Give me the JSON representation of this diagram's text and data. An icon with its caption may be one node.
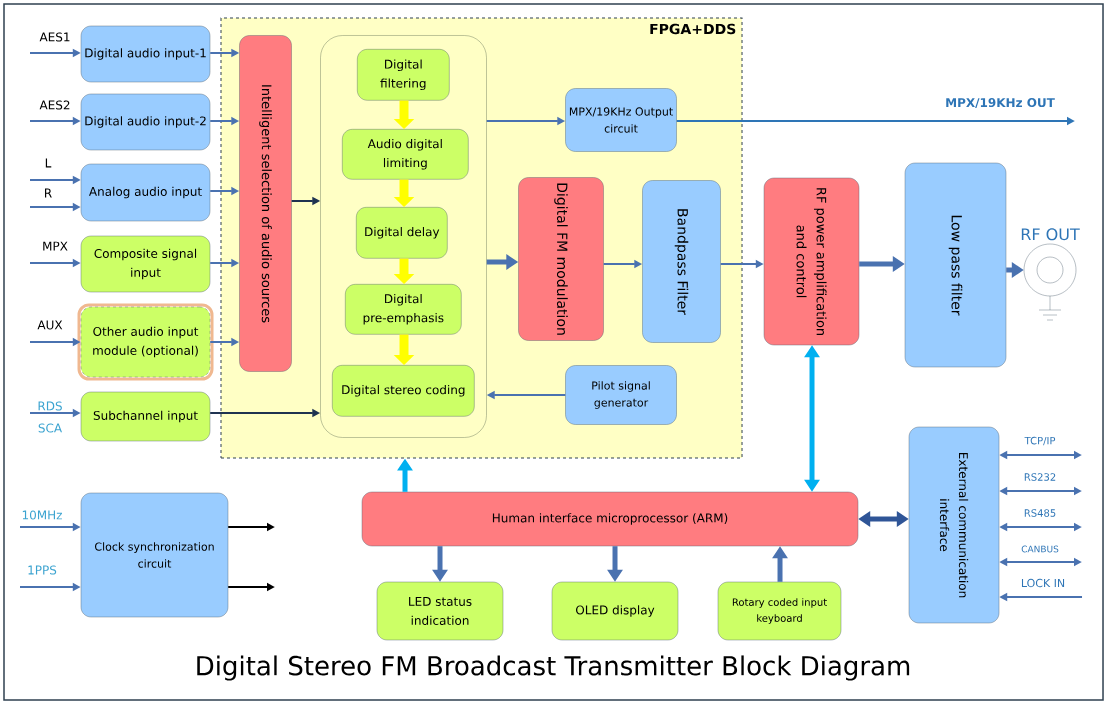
{
  "diagram": {
    "title": "Digital Stereo FM Broadcast Transmitter Block Diagram",
    "nodes": [
      {
        "text": [
          "FPGA+DDS"
        ]
      },
      {
        "text": [
          "Digital audio input-1"
        ]
      },
      {
        "text": [
          "Digital audio input-2"
        ]
      },
      {
        "text": [
          "Analog audio input"
        ]
      },
      {
        "text": [
          "Composite signal input"
        ]
      },
      {
        "text": [
          "Other audio input module (optional)"
        ]
      },
      {
        "text": [
          "Subchannel input"
        ]
      },
      {
        "text": [
          "Intelligent selection of audio sources"
        ],
        "in": 0
      },
      {
        "text": [],
        "shape": "box",
        "in": 0
      },
      {
        "text": [
          "Digital filtering"
        ],
        "in": 8
      },
      {
        "text": [
          "Audio digital limiting"
        ],
        "in": 8
      },
      {
        "text": [
          "Digital delay"
        ],
        "in": 8
      },
      {
        "text": [
          "Digital pre-emphasis"
        ],
        "in": 8
      },
      {
        "text": [
          "Digital stereo coding"
        ],
        "in": 8
      },
      {
        "text": [
          "MPX/19KHz Output circuit"
        ],
        "in": 0
      },
      {
        "text": [
          "Digital FM modulation"
        ],
        "in": 0
      },
      {
        "text": [
          "Bandpass Filter"
        ],
        "in": 0
      },
      {
        "text": [
          "Pilot signal generator"
        ],
        "in": 0
      },
      {
        "text": [
          "RF power amplification and control"
        ]
      },
      {
        "text": [
          "Low pass filter"
        ]
      },
      {
        "text": [
          "RF OUT"
        ]
      },
      {
        "text": [
          "Clock synchronization circuit"
        ]
      },
      {
        "text": [
          "Human interface microprocessor (ARM)"
        ]
      },
      {
        "text": [
          "LED status indication"
        ]
      },
      {
        "text": [
          "OLED display"
        ]
      },
      {
        "text": [
          "Rotary coded input keyboard"
        ]
      },
      {
        "text": [
          "External communication interface"
        ]
      }
    ],
    "edges": [
      {
        "from": null,
        "to": 1,
        "arrow": "to",
        "label": "AES1"
      },
      {
        "from": null,
        "to": 2,
        "arrow": "to",
        "label": "AES2"
      },
      {
        "from": null,
        "to": 3,
        "arrow": "to",
        "label": "L"
      },
      {
        "from": null,
        "to": 3,
        "arrow": "to",
        "label": "R"
      },
      {
        "from": null,
        "to": 4,
        "arrow": "to",
        "label": "MPX"
      },
      {
        "from": null,
        "to": 5,
        "arrow": "to",
        "label": "AUX"
      },
      {
        "from": null,
        "to": 6,
        "arrow": "to",
        "label": "RDS SCA"
      },
      {
        "from": 1,
        "to": 7,
        "arrow": "to"
      },
      {
        "from": 2,
        "to": 7,
        "arrow": "to"
      },
      {
        "from": 3,
        "to": 7,
        "arrow": "to"
      },
      {
        "from": 4,
        "to": 7,
        "arrow": "to"
      },
      {
        "from": 5,
        "to": 7,
        "arrow": "to"
      },
      {
        "from": 7,
        "to": 8,
        "arrow": "to",
        "color": "#1f3350"
      },
      {
        "from": 6,
        "to": 8,
        "arrow": "to",
        "color": "#1f3350"
      },
      {
        "from": 9,
        "to": 10,
        "arrow": "to",
        "style": "thick",
        "color": "#ffff00"
      },
      {
        "from": 10,
        "to": 11,
        "arrow": "to",
        "style": "thick",
        "color": "#ffff00"
      },
      {
        "from": 11,
        "to": 12,
        "arrow": "to",
        "style": "thick",
        "color": "#ffff00"
      },
      {
        "from": 12,
        "to": 13,
        "arrow": "to",
        "style": "thick",
        "color": "#ffff00"
      },
      {
        "from": 8,
        "to": 14,
        "arrow": "to"
      },
      {
        "from": 8,
        "to": 15,
        "arrow": "to",
        "style": "thick"
      },
      {
        "from": 15,
        "to": 16,
        "arrow": "to"
      },
      {
        "from": 16,
        "to": 18,
        "arrow": "to"
      },
      {
        "from": 18,
        "to": 19,
        "arrow": "to",
        "style": "thick"
      },
      {
        "from": 19,
        "to": 20,
        "arrow": "to",
        "style": "thick"
      },
      {
        "from": 17,
        "to": 8,
        "arrow": "to"
      },
      {
        "from": 14,
        "to": null,
        "arrow": "to",
        "label": "MPX/19KHz OUT",
        "color": "#2e75b6"
      },
      {
        "from": 22,
        "to": 0,
        "arrow": "to",
        "style": "thick",
        "color": "#00b0f0"
      },
      {
        "from": 22,
        "to": 18,
        "arrow": "both",
        "style": "thick",
        "color": "#00b0f0"
      },
      {
        "from": 22,
        "to": 26,
        "arrow": "both",
        "style": "thick",
        "color": "#2f5597"
      },
      {
        "from": 22,
        "to": 23,
        "arrow": "to",
        "style": "thick"
      },
      {
        "from": 22,
        "to": 24,
        "arrow": "to",
        "style": "thick"
      },
      {
        "from": 25,
        "to": 22,
        "arrow": "to",
        "style": "thick"
      },
      {
        "from": null,
        "to": 21,
        "arrow": "to",
        "label": "10MHz"
      },
      {
        "from": null,
        "to": 21,
        "arrow": "to",
        "label": "1PPS"
      },
      {
        "from": 21,
        "to": null,
        "arrow": "to",
        "color": "#000000"
      },
      {
        "from": 21,
        "to": null,
        "arrow": "to",
        "color": "#000000"
      },
      {
        "from": 26,
        "to": null,
        "arrow": "both",
        "label": "TCP/IP"
      },
      {
        "from": 26,
        "to": null,
        "arrow": "both",
        "label": "RS232"
      },
      {
        "from": 26,
        "to": null,
        "arrow": "both",
        "label": "RS485"
      },
      {
        "from": 26,
        "to": null,
        "arrow": "both",
        "label": "CANBUS"
      },
      {
        "from": null,
        "to": 26,
        "arrow": "to",
        "label": "LOCK IN"
      }
    ]
  }
}
